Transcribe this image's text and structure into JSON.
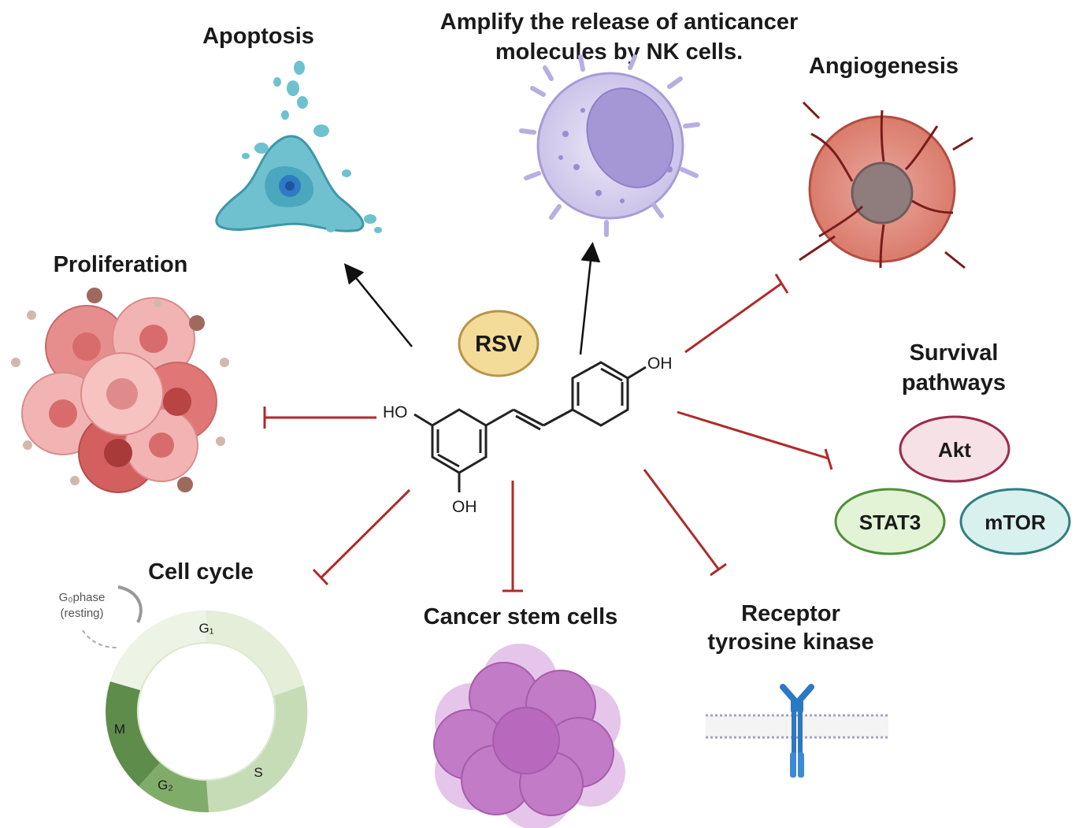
{
  "center": {
    "badge": "RSV"
  },
  "molecule": {
    "oh_top": "OH",
    "oh_left": "HO",
    "oh_bottom": "OH"
  },
  "labels": {
    "apoptosis": "Apoptosis",
    "nk_line1": "Amplify the release of anticancer",
    "nk_line2": "molecules by NK cells.",
    "angiogenesis": "Angiogenesis",
    "proliferation": "Proliferation",
    "survival_line1": "Survival",
    "survival_line2": "pathways",
    "cell_cycle": "Cell cycle",
    "cancer_stem_cells": "Cancer stem cells",
    "rtk_line1": "Receptor",
    "rtk_line2": "tyrosine kinase"
  },
  "survival_nodes": {
    "akt": "Akt",
    "stat3": "STAT3",
    "mtor": "mTOR"
  },
  "cell_cycle": {
    "g0_phase": "G₀phase",
    "g0_resting": "(resting)",
    "g1": "G₁",
    "s": "S",
    "g2": "G₂",
    "m": "M"
  },
  "colors": {
    "activation_arrow": "#111111",
    "inhibition_line": "#b02a2a",
    "rsv_badge": "#f3dc9a",
    "akt": "#f6e1e6",
    "stat3": "#e3f3d6",
    "mtor": "#d8f0ee"
  }
}
